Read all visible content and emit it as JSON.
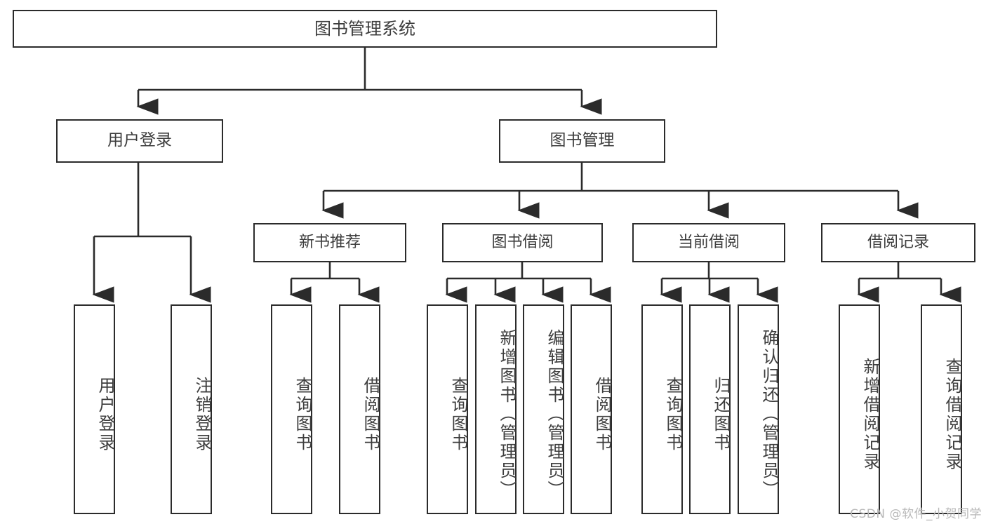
{
  "diagram": {
    "title": "图书管理系统",
    "type": "hierarchy-tree",
    "root": {
      "id": "root",
      "label": "图书管理系统"
    },
    "level1": [
      {
        "id": "user-login",
        "label": "用户登录"
      },
      {
        "id": "book-manage",
        "label": "图书管理"
      }
    ],
    "level2": [
      {
        "id": "new-book-rec",
        "label": "新书推荐",
        "parent": "book-manage"
      },
      {
        "id": "book-borrow",
        "label": "图书借阅",
        "parent": "book-manage"
      },
      {
        "id": "current-borrow",
        "label": "当前借阅",
        "parent": "book-manage"
      },
      {
        "id": "borrow-record",
        "label": "借阅记录",
        "parent": "book-manage"
      }
    ],
    "leaves": [
      {
        "id": "leaf-user-login",
        "label": "用户登录",
        "parent": "user-login"
      },
      {
        "id": "leaf-logout",
        "label": "注销登录",
        "parent": "user-login"
      },
      {
        "id": "leaf-query-book-1",
        "label": "查询图书",
        "parent": "new-book-rec"
      },
      {
        "id": "leaf-borrow-book-1",
        "label": "借阅图书",
        "parent": "new-book-rec"
      },
      {
        "id": "leaf-query-book-2",
        "label": "查询图书",
        "parent": "book-borrow"
      },
      {
        "id": "leaf-add-book",
        "label": "新增图书（管理员）",
        "parent": "book-borrow"
      },
      {
        "id": "leaf-edit-book",
        "label": "编辑图书（管理员）",
        "parent": "book-borrow"
      },
      {
        "id": "leaf-borrow-book-2",
        "label": "借阅图书",
        "parent": "book-borrow"
      },
      {
        "id": "leaf-query-book-3",
        "label": "查询图书",
        "parent": "current-borrow"
      },
      {
        "id": "leaf-return-book",
        "label": "归还图书",
        "parent": "current-borrow"
      },
      {
        "id": "leaf-confirm-return",
        "label": "确认归还（管理员）",
        "parent": "current-borrow"
      },
      {
        "id": "leaf-add-record",
        "label": "新增借阅记录",
        "parent": "borrow-record"
      },
      {
        "id": "leaf-query-record",
        "label": "查询借阅记录",
        "parent": "borrow-record"
      }
    ],
    "colors": {
      "box_border": "#2b2b2b",
      "box_fill": "#ffffff",
      "text": "#3d3d3d",
      "connector": "#2b2b2b",
      "watermark": "#b8b8b8",
      "background": "#ffffff"
    }
  },
  "watermark": {
    "text": "CSDN @软件_小贺同学"
  }
}
